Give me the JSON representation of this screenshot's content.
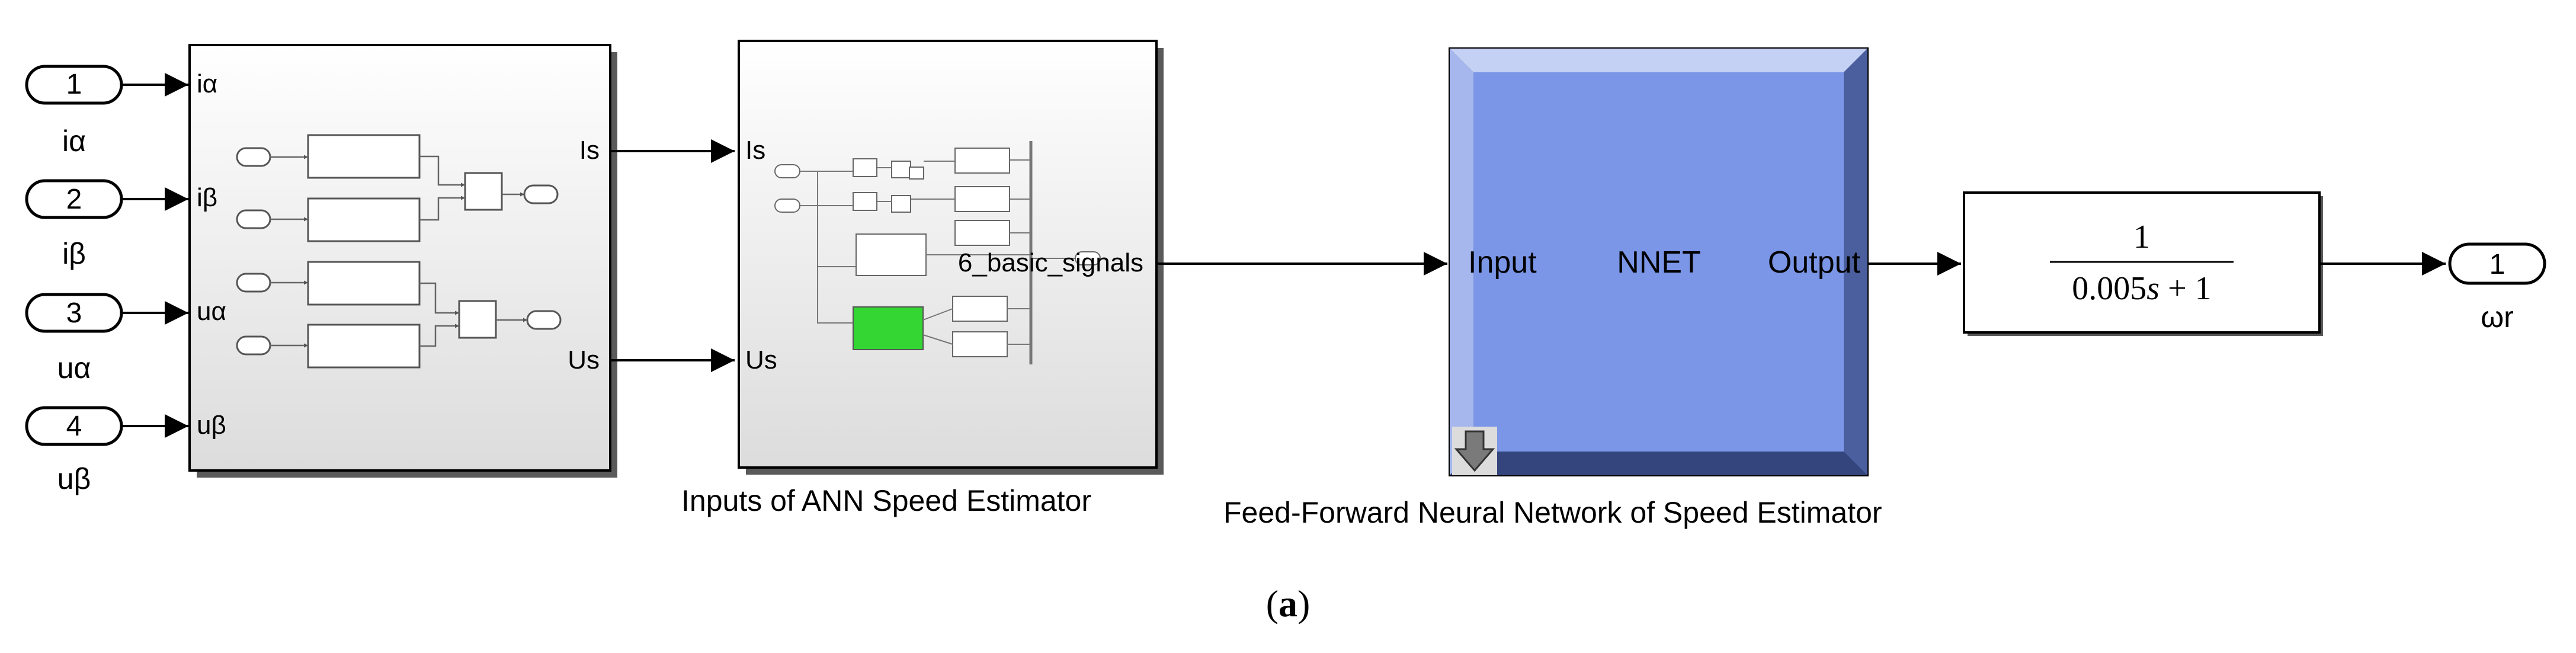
{
  "inports": [
    {
      "number": "1",
      "label": "iα"
    },
    {
      "number": "2",
      "label": "iβ"
    },
    {
      "number": "3",
      "label": "uα"
    },
    {
      "number": "4",
      "label": "uβ"
    }
  ],
  "subsystem1": {
    "inputs": [
      "iα",
      "iβ",
      "uα",
      "uβ"
    ],
    "outputs": [
      "Is",
      "Us"
    ]
  },
  "subsystem2": {
    "inputs": [
      "Is",
      "Us"
    ],
    "output": "6_basic_signals",
    "caption": "Inputs of ANN Speed Estimator"
  },
  "nnet": {
    "input_label": "Input",
    "name": "NNET",
    "output_label": "Output",
    "caption": "Feed-Forward Neural Network  of Speed Estimator",
    "color": "#7b96e6"
  },
  "transfer_fcn": {
    "numerator": "1",
    "denominator_a": "0.005",
    "denominator_var": "s",
    "denominator_b": " + 1"
  },
  "outport": {
    "number": "1",
    "label": "ωr"
  },
  "figure_label": {
    "open": "(",
    "letter": "a",
    "close": ")"
  },
  "colors": {
    "green_block": "#33d633"
  }
}
